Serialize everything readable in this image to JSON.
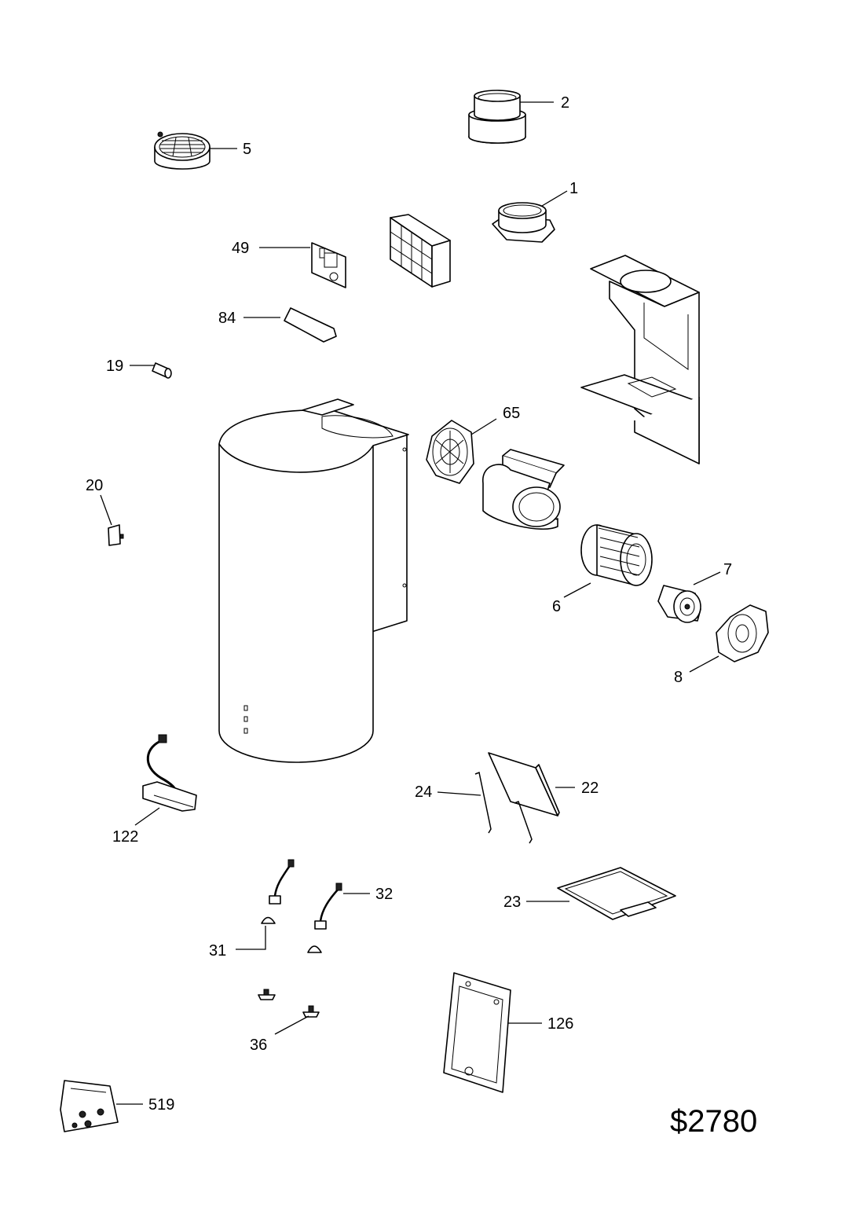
{
  "diagram_code": "$2780",
  "callouts": {
    "p1": "1",
    "p2": "2",
    "p5": "5",
    "p6": "6",
    "p7": "7",
    "p8": "8",
    "p19": "19",
    "p20": "20",
    "p22": "22",
    "p23": "23",
    "p24": "24",
    "p31": "31",
    "p32": "32",
    "p36": "36",
    "p49": "49",
    "p65": "65",
    "p84": "84",
    "p122": "122",
    "p126": "126",
    "p519": "519"
  }
}
